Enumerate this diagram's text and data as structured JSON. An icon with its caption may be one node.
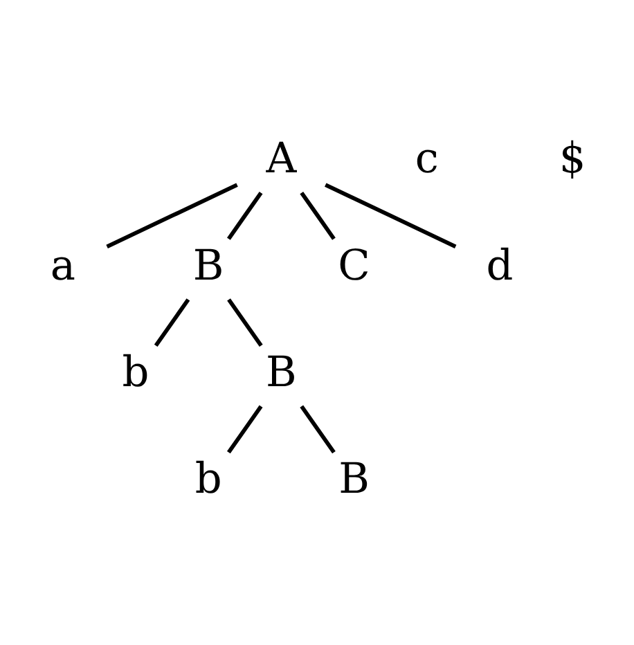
{
  "diagram": {
    "nodes": [
      {
        "text": [
          "A"
        ]
      },
      {
        "text": [
          "a"
        ]
      },
      {
        "text": [
          "B"
        ]
      },
      {
        "text": [
          "C"
        ]
      },
      {
        "text": [
          "d"
        ]
      },
      {
        "text": [
          "b"
        ]
      },
      {
        "text": [
          "B"
        ]
      },
      {
        "text": [
          "b"
        ]
      },
      {
        "text": [
          "B"
        ]
      }
    ],
    "edges": [
      {
        "from": 0,
        "to": 1,
        "arrow": "none"
      },
      {
        "from": 0,
        "to": 2,
        "arrow": "none"
      },
      {
        "from": 0,
        "to": 3,
        "arrow": "none"
      },
      {
        "from": 0,
        "to": 4,
        "arrow": "none"
      },
      {
        "from": 2,
        "to": 5,
        "arrow": "none"
      },
      {
        "from": 2,
        "to": 6,
        "arrow": "none"
      },
      {
        "from": 6,
        "to": 7,
        "arrow": "none"
      },
      {
        "from": 6,
        "to": 8,
        "arrow": "none"
      }
    ],
    "labels": [
      "c",
      "$"
    ]
  }
}
